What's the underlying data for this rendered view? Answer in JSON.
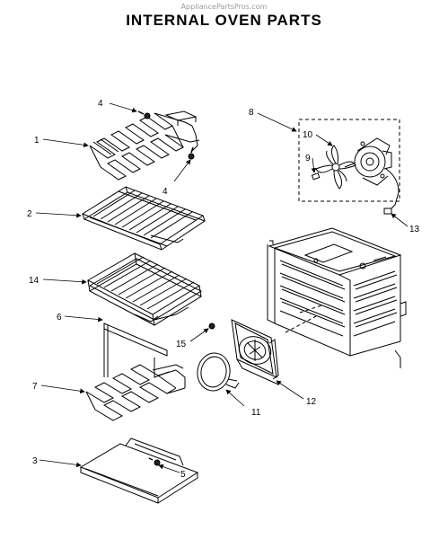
{
  "header": {
    "watermark": "AppliancePartsPros.com",
    "title": "INTERNAL OVEN PARTS"
  },
  "callouts": [
    {
      "id": "part-1",
      "label": "1"
    },
    {
      "id": "part-2",
      "label": "2"
    },
    {
      "id": "part-3",
      "label": "3"
    },
    {
      "id": "part-4-upper",
      "label": "4"
    },
    {
      "id": "part-4-lower",
      "label": "4"
    },
    {
      "id": "part-5",
      "label": "5"
    },
    {
      "id": "part-6",
      "label": "6"
    },
    {
      "id": "part-7",
      "label": "7"
    },
    {
      "id": "part-8",
      "label": "8"
    },
    {
      "id": "part-9",
      "label": "9"
    },
    {
      "id": "part-10",
      "label": "10"
    },
    {
      "id": "part-11",
      "label": "11"
    },
    {
      "id": "part-12",
      "label": "12"
    },
    {
      "id": "part-13",
      "label": "13"
    },
    {
      "id": "part-14",
      "label": "14"
    },
    {
      "id": "part-15",
      "label": "15"
    }
  ]
}
